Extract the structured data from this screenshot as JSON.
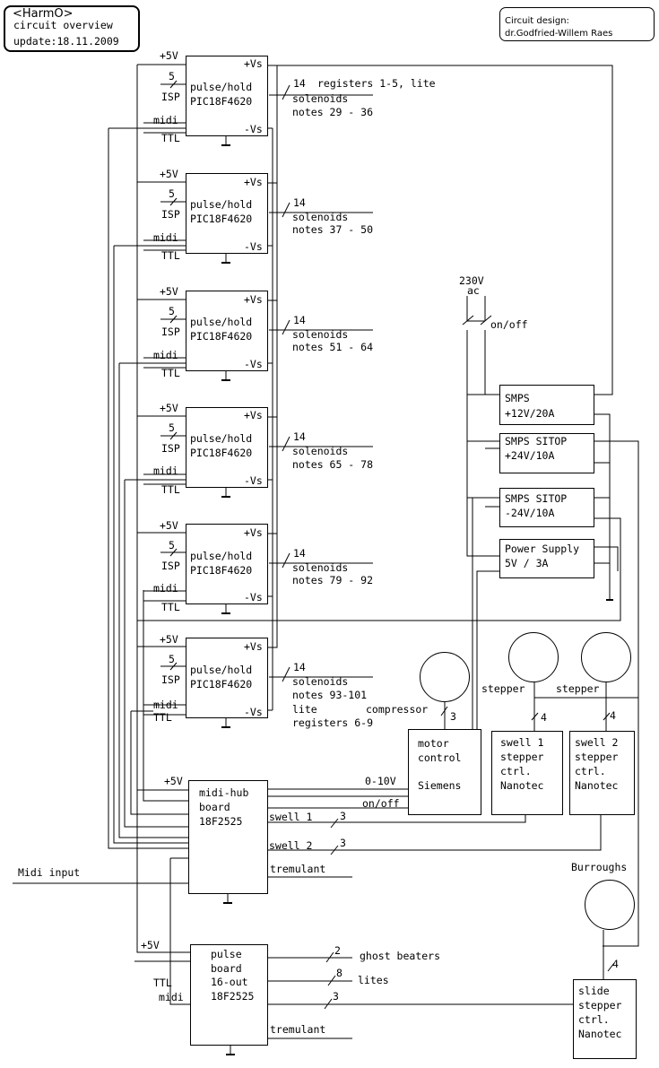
{
  "title_box": {
    "name": "<HarmO>",
    "subtitle": "circuit overview",
    "update": "update:18.11.2009"
  },
  "credit_box": {
    "line1": "Circuit design:",
    "line2": "dr.Godfried-Willem Raes"
  },
  "common": {
    "plus5v": "+5V",
    "five": "5",
    "isp": "ISP",
    "midi": "midi",
    "ttl": "TTL",
    "vs_plus": "+Vs",
    "vs_minus": "-Vs",
    "pulse_hold": "pulse/hold",
    "pic": "PIC18F4620",
    "fourteen": "14"
  },
  "boards": [
    {
      "out1": "registers 1-5, lite",
      "out2": "solenoids",
      "out3": "notes 29 - 36"
    },
    {
      "out1": "",
      "out2": "solenoids",
      "out3": "notes 37 - 50"
    },
    {
      "out1": "",
      "out2": "solenoids",
      "out3": "notes 51 - 64"
    },
    {
      "out1": "",
      "out2": "solenoids",
      "out3": "notes 65 - 78"
    },
    {
      "out1": "",
      "out2": "solenoids",
      "out3": "notes 79 - 92"
    },
    {
      "out1": "",
      "out2": "solenoids",
      "out3": "notes 93-101",
      "out4": "lite",
      "out5": "registers 6-9"
    }
  ],
  "mains": {
    "voltage": "230V",
    "ac": "ac",
    "switch": "on/off"
  },
  "psu": [
    {
      "l1": "SMPS",
      "l2": "+12V/20A"
    },
    {
      "l1": "SMPS SITOP",
      "l2": "+24V/10A"
    },
    {
      "l1": "SMPS SITOP",
      "l2": "-24V/10A"
    },
    {
      "l1": "Power Supply",
      "l2": "5V / 3A"
    }
  ],
  "compressor": {
    "label": "compressor",
    "wires": "3"
  },
  "motor_control": {
    "l1": "motor",
    "l2": "control",
    "l3": "Siemens"
  },
  "stepper_label": "stepper",
  "swell1_ctrl": {
    "l1": "swell 1",
    "l2": "stepper",
    "l3": "ctrl.",
    "l4": "Nanotec",
    "wires": "4"
  },
  "swell2_ctrl": {
    "l1": "swell 2",
    "l2": "stepper",
    "l3": "ctrl.",
    "l4": "Nanotec",
    "wires": "4"
  },
  "midi_hub": {
    "l1": "midi-hub",
    "l2": "board",
    "l3": "18F2525",
    "plus5v": "+5V",
    "ctl_010v": "0-10V",
    "onoff": "on/off",
    "swell1": "swell 1",
    "swell2": "swell 2",
    "tremulant": "tremulant",
    "three": "3"
  },
  "midi_input": "Midi input",
  "pulse_board": {
    "l1": "pulse",
    "l2": "board",
    "l3": "16-out",
    "l4": "18F2525",
    "plus5v": "+5V",
    "ttl": "TTL",
    "midi": "midi",
    "tremulant": "tremulant",
    "ghost": "ghost beaters",
    "ghost_n": "2",
    "lites": "lites",
    "lites_n": "8",
    "slide_n": "3"
  },
  "burroughs": "Burroughs",
  "slide_ctrl": {
    "l1": "slide",
    "l2": "stepper",
    "l3": "ctrl.",
    "l4": "Nanotec",
    "wires": "4"
  }
}
